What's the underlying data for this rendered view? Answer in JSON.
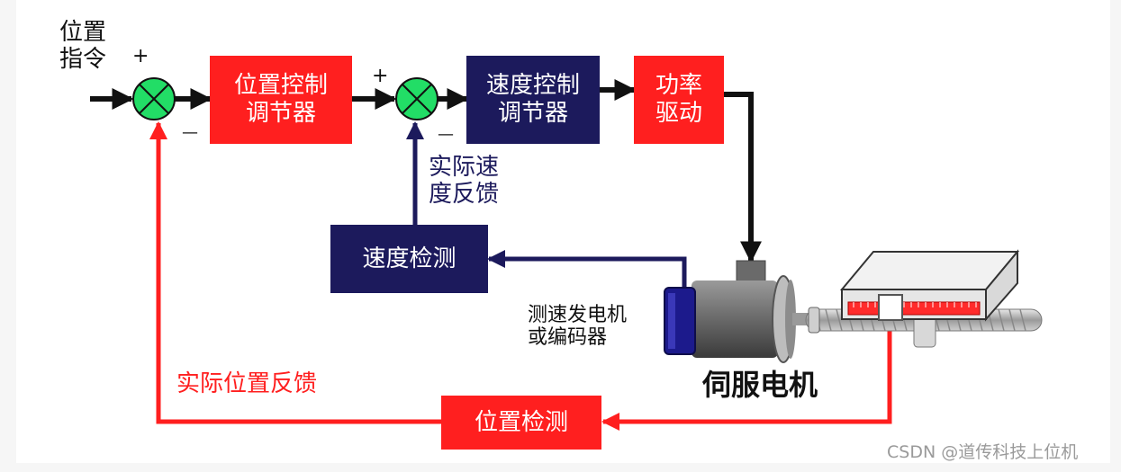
{
  "diagram": {
    "input_label": "位置\n指令",
    "plus_1": "+",
    "minus_1": "—",
    "plus_2": "+",
    "minus_2": "—",
    "position_controller": "位置控制\n调节器",
    "speed_controller": "速度控制\n调节器",
    "power_drive": "功率\n驱动",
    "speed_feedback_label": "实际速\n度反馈",
    "speed_detect": "速度检测",
    "tacho_label": "测速发电机\n或编码器",
    "servo_motor_label": "伺服电机",
    "position_feedback_label": "实际位置反馈",
    "position_detect": "位置检测"
  },
  "colors": {
    "feedback_red": "#ff1f1f",
    "block_navy": "#1c1a5c",
    "summing_green": "#22dd66",
    "arrow_black": "#111111"
  },
  "watermark": "CSDN @道传科技上位机"
}
